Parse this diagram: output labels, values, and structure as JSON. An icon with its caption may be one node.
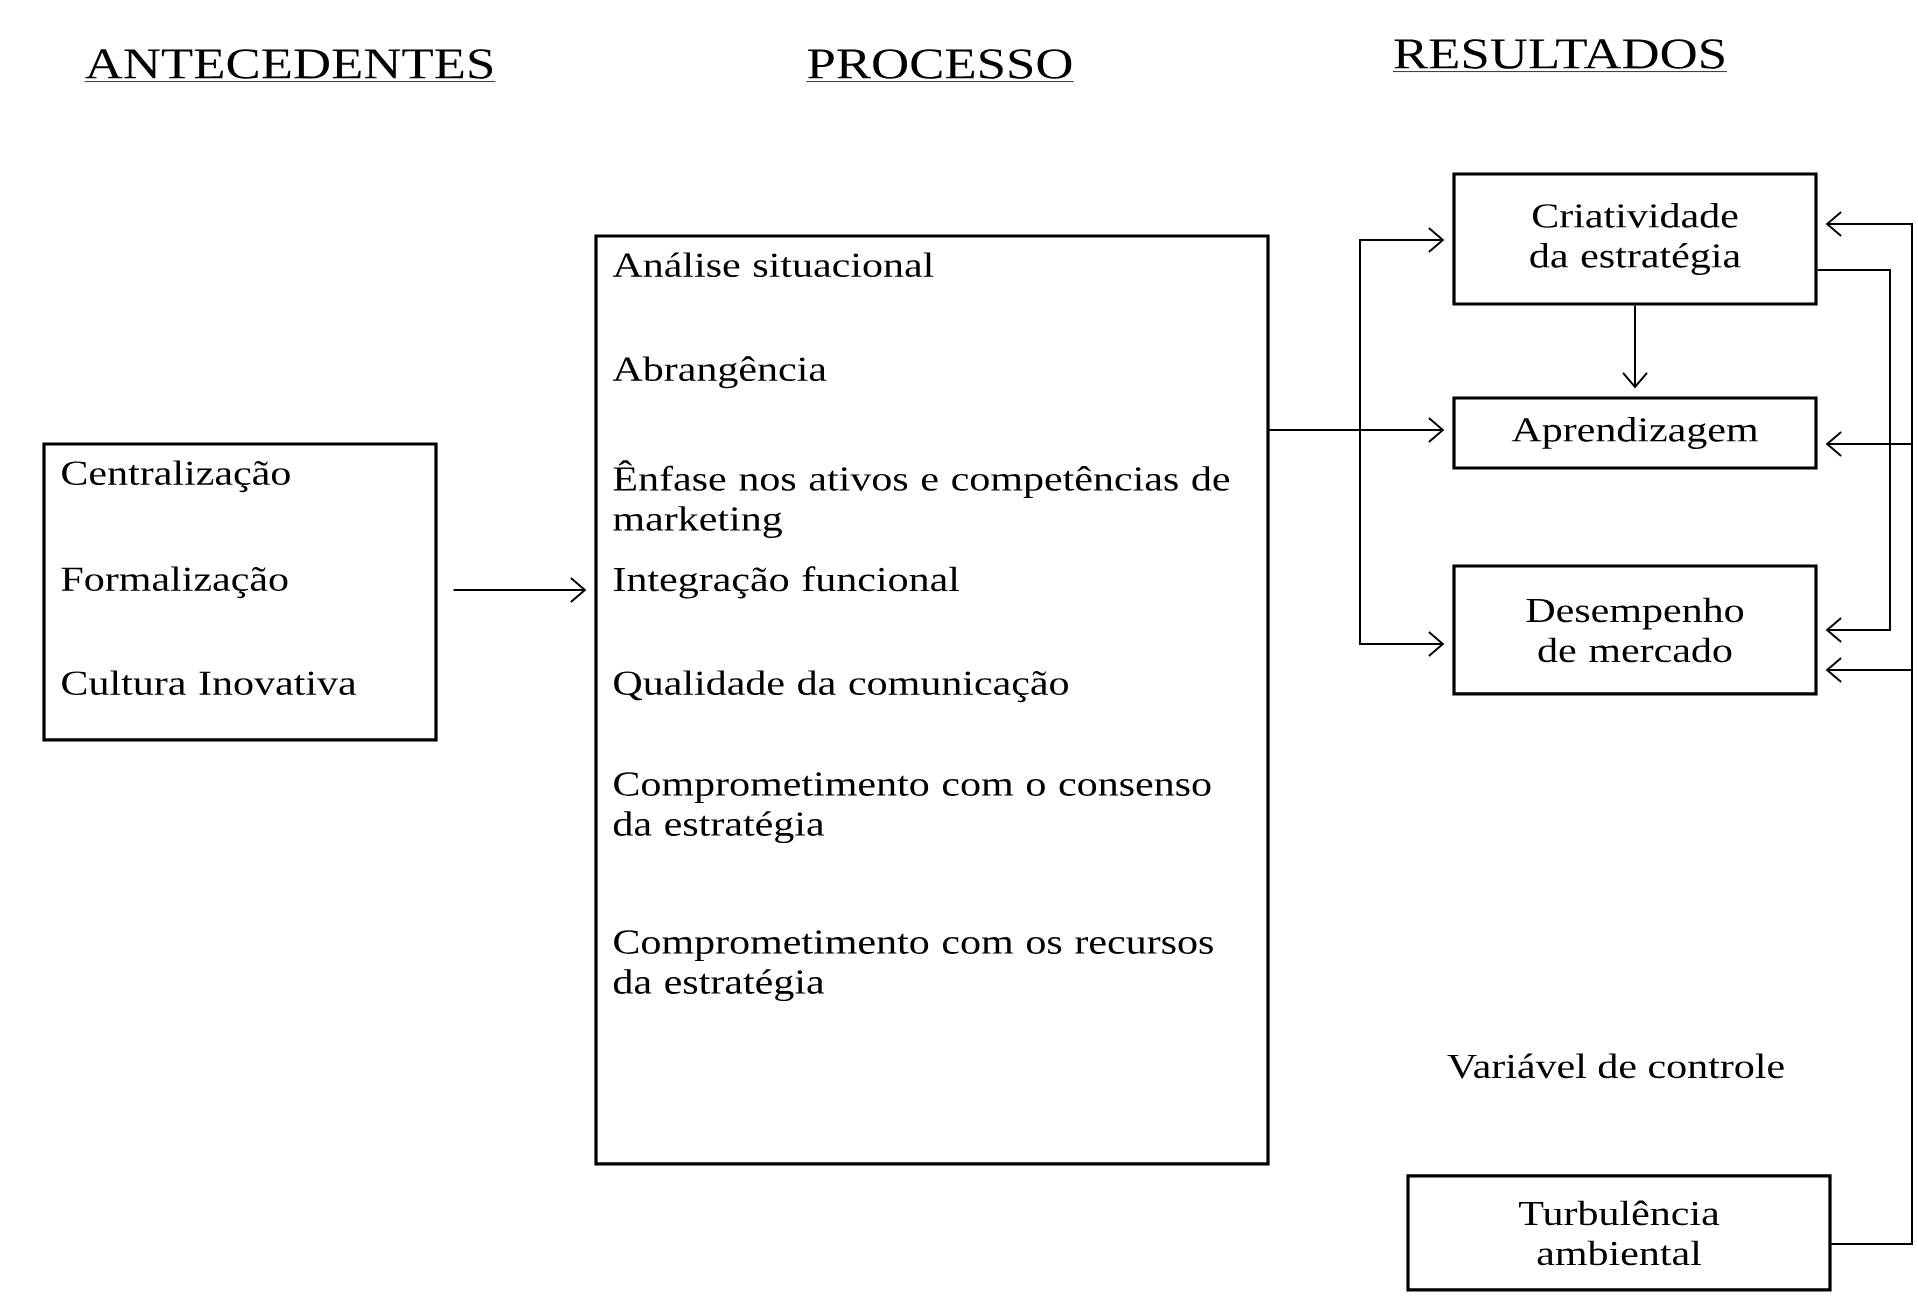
{
  "diagram": {
    "nodes": [
      {
        "text": [
          "Centralização",
          "Formalização",
          "Cultura Inovativa"
        ]
      },
      {
        "text": [
          "Análise situacional",
          "Abrangência",
          "Ênfase nos ativos e competências de marketing",
          "Integração funcional",
          "Qualidade da comunicação",
          "Comprometimento com o consenso da estratégia",
          "Comprometimento com os recursos da estratégia"
        ]
      },
      {
        "text": [
          "Criatividade da estratégia"
        ]
      },
      {
        "text": [
          "Aprendizagem"
        ]
      },
      {
        "text": [
          "Desempenho de mercado"
        ]
      },
      {
        "text": [
          "Turbulência ambiental"
        ]
      }
    ],
    "edges": [
      {
        "from": 0,
        "to": 1,
        "arrow": "to"
      },
      {
        "from": 1,
        "to": 2,
        "arrow": "to"
      },
      {
        "from": 1,
        "to": 3,
        "arrow": "to"
      },
      {
        "from": 1,
        "to": 4,
        "arrow": "to"
      },
      {
        "from": 2,
        "to": 3,
        "arrow": "to"
      },
      {
        "from": 2,
        "to": 4,
        "arrow": "to"
      },
      {
        "from": 5,
        "to": 2,
        "arrow": "to"
      },
      {
        "from": 5,
        "to": 3,
        "arrow": "to"
      },
      {
        "from": 5,
        "to": 4,
        "arrow": "to"
      }
    ],
    "labels": [
      "ANTECEDENTES",
      "PROCESSO",
      "RESULTADOS",
      "Variável de controle"
    ]
  }
}
